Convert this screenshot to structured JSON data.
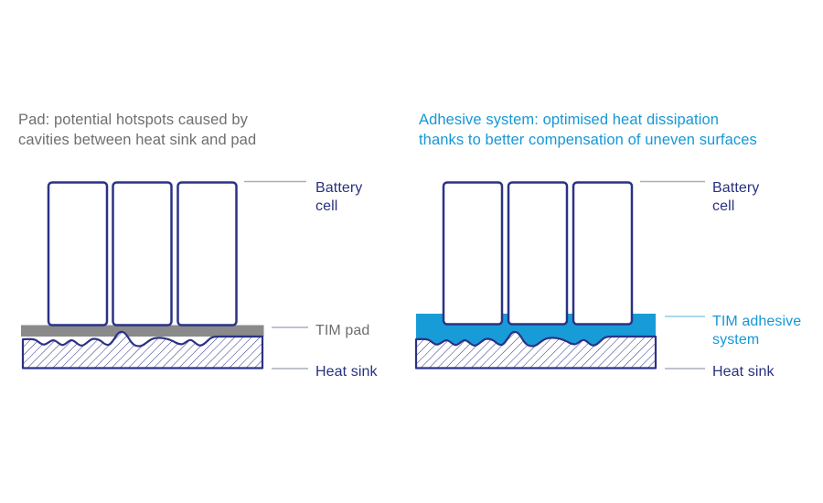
{
  "left": {
    "title_lines": [
      "Pad: potential hotspots caused by",
      "cavities between heat sink and pad"
    ],
    "labels": {
      "battery": [
        "Battery",
        "cell"
      ],
      "tim": [
        "TIM pad"
      ],
      "heatsink": [
        "Heat sink"
      ]
    }
  },
  "right": {
    "title_lines": [
      "Adhesive system: optimised heat dissipation",
      "thanks to better compensation of uneven surfaces"
    ],
    "labels": {
      "battery": [
        "Battery",
        "cell"
      ],
      "tim": [
        "TIM adhesive",
        "system"
      ],
      "heatsink": [
        "Heat sink"
      ]
    }
  },
  "colors": {
    "navy_outline": "#2b3285",
    "navy_text": "#28317e",
    "cyan_accent": "#1697d6",
    "adhesive_blue": "#189cd8",
    "pad_gray": "#8a8a8a",
    "title_gray": "#6f6f6f",
    "connector_gray": "#a9aebb",
    "connector_blue": "#8fcbe9"
  }
}
